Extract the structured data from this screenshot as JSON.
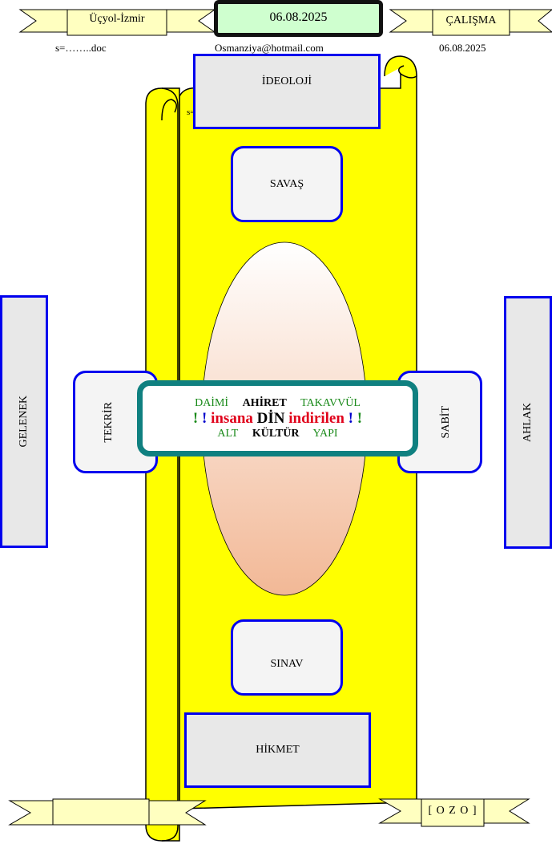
{
  "header": {
    "left_ribbon": "Üçyol-İzmir",
    "date_box": "06.08.2025",
    "right_ribbon": "ÇALIŞMA",
    "file_name": "s=……..doc",
    "email": "Osmanziya@hotmail.com",
    "date_right": "06.08.2025",
    "hidden_fragment": "s="
  },
  "boxes": {
    "top": "İDEOLOJİ",
    "war": "SAVAŞ",
    "left_far": "GELENEK",
    "left_near": "TEKRİR",
    "right_near": "SABİT",
    "right_far": "AHLAK",
    "exam": "SINAV",
    "bottom": "HİKMET"
  },
  "center": {
    "line1": [
      "DAİMİ",
      "AHİRET",
      "TAKAVVÜL"
    ],
    "line2": {
      "excl_left_1": "!",
      "excl_left_2": "!",
      "w1": "insana",
      "w2": "DİN",
      "w3": "indirilen",
      "excl_right_1": "!",
      "excl_right_2": "!"
    },
    "line3": [
      "ALT",
      "KÜLTÜR",
      "YAPI"
    ]
  },
  "footer": {
    "right_ribbon": "[ O Z O ]",
    "left_ribbon": ""
  },
  "colors": {
    "scroll_yellow": "#ffff00",
    "border_blue": "#0000ee",
    "panel_teal": "#0f8080",
    "text_red": "#e0001a",
    "text_green": "#1a8a1a"
  }
}
